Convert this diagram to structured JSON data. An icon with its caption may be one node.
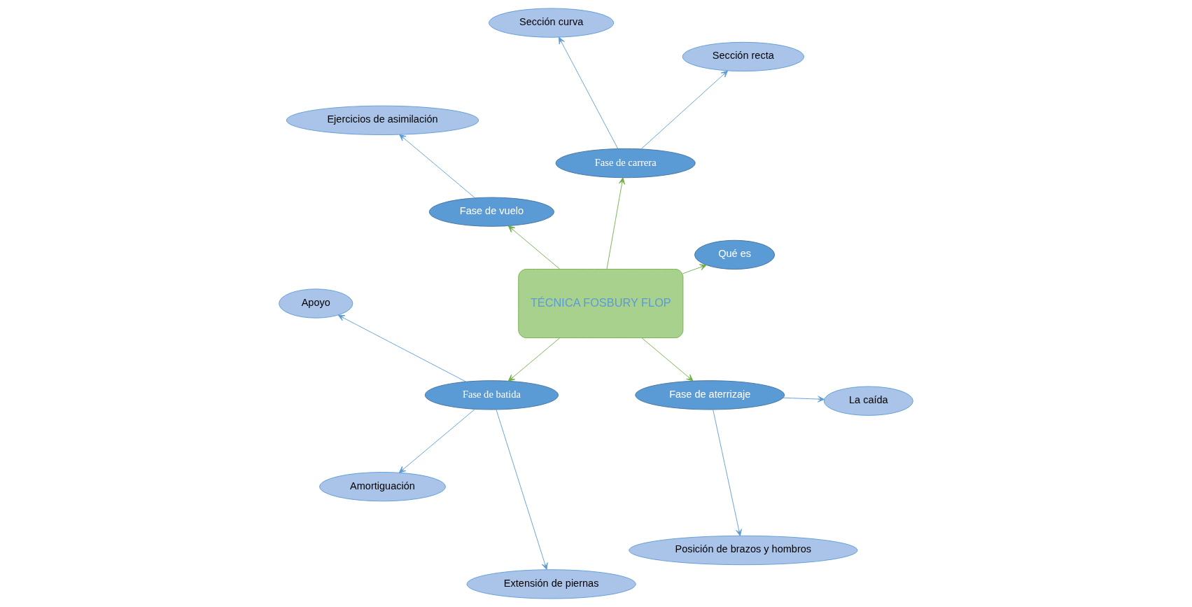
{
  "diagram": {
    "nodes": [
      {
        "text": [
          "TÉCNICA FOSBURY FLOP"
        ]
      },
      {
        "text": [
          "Qué es"
        ]
      },
      {
        "text": [
          "Fase de carrera"
        ]
      },
      {
        "text": [
          "Sección recta"
        ]
      },
      {
        "text": [
          "Sección curva"
        ]
      },
      {
        "text": [
          "Fase de vuelo"
        ]
      },
      {
        "text": [
          "Ejercicios de asimilación"
        ]
      },
      {
        "text": [
          "Fase de batida"
        ]
      },
      {
        "text": [
          "Apoyo"
        ]
      },
      {
        "text": [
          "Amortiguación"
        ]
      },
      {
        "text": [
          "Extensión de piernas"
        ]
      },
      {
        "text": [
          "Fase de aterrizaje"
        ]
      },
      {
        "text": [
          "Posición de brazos y hombros"
        ]
      },
      {
        "text": [
          "La caída"
        ]
      }
    ],
    "edges": [
      {
        "from": 0,
        "to": 1,
        "arrow": "to",
        "color": "#70ad47"
      },
      {
        "from": 0,
        "to": 2,
        "arrow": "to",
        "color": "#70ad47"
      },
      {
        "from": 0,
        "to": 7,
        "arrow": "to",
        "color": "#70ad47"
      },
      {
        "from": 0,
        "to": 5,
        "arrow": "to",
        "color": "#70ad47"
      },
      {
        "from": 0,
        "to": 11,
        "arrow": "to",
        "color": "#70ad47"
      },
      {
        "from": 2,
        "to": 3,
        "arrow": "to"
      },
      {
        "from": 2,
        "to": 4,
        "arrow": "to"
      },
      {
        "from": 5,
        "to": 6,
        "arrow": "to"
      },
      {
        "from": 7,
        "to": 8,
        "arrow": "to"
      },
      {
        "from": 7,
        "to": 9,
        "arrow": "to"
      },
      {
        "from": 7,
        "to": 10,
        "arrow": "to"
      },
      {
        "from": 11,
        "to": 12,
        "arrow": "to"
      },
      {
        "from": 11,
        "to": 13,
        "arrow": "to"
      }
    ]
  }
}
